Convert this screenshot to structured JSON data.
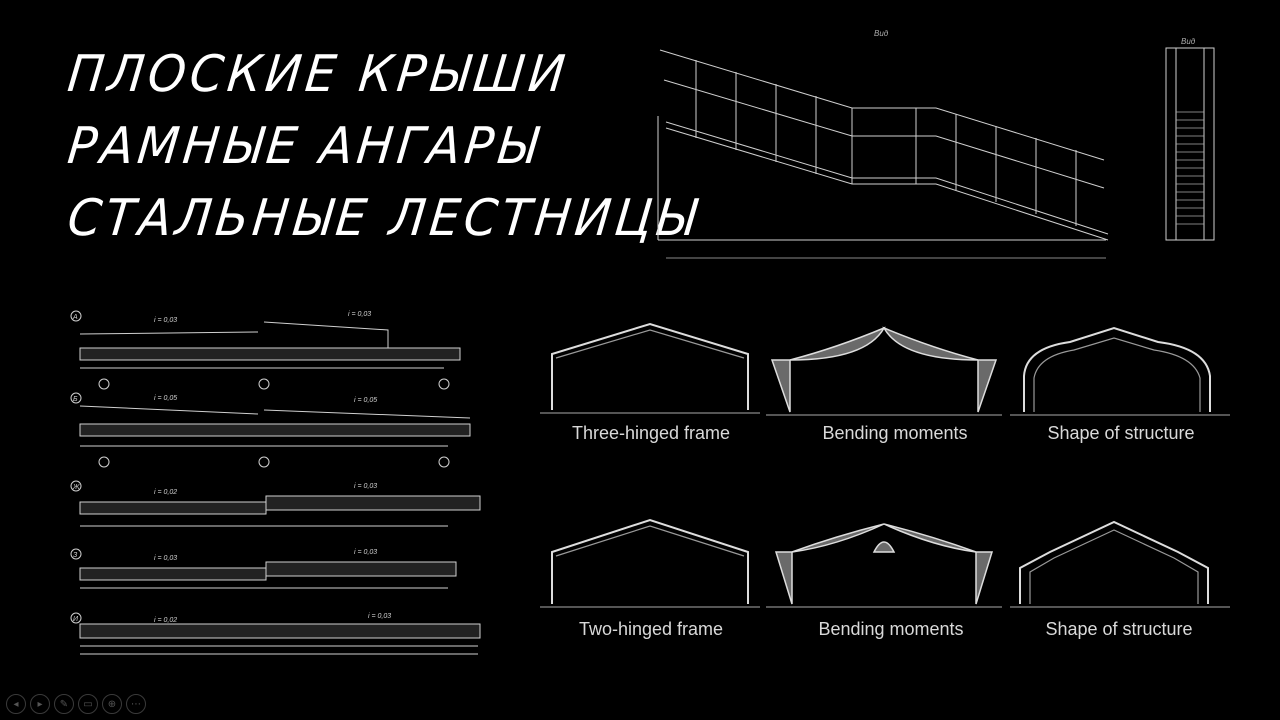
{
  "title": {
    "lines": [
      "ПЛОСКИЕ КРЫШИ",
      "РАМНЫЕ АНГАРЫ",
      "СТАЛЬНЫЕ ЛЕСТНИЦЫ"
    ]
  },
  "stair_drawing": {
    "view_label_main": "Вид",
    "view_label_side": "Вид"
  },
  "roof_sections": {
    "labels": [
      "А",
      "Б",
      "Ж",
      "З",
      "И"
    ],
    "slopes": [
      "i = 0,03",
      "i = 0,03",
      "i = 0,05",
      "i = 0,05",
      "i = 0,02",
      "i = 0,03",
      "i = 0,03",
      "i = 0,03",
      "i = 0,02",
      "i = 0,03"
    ]
  },
  "frames": {
    "captions": [
      "Three-hinged frame",
      "Bending moments",
      "Shape of structure",
      "Two-hinged frame",
      "Bending moments",
      "Shape of structure"
    ]
  },
  "toolbar": {
    "icons": [
      "prev-icon",
      "next-icon",
      "pen-icon",
      "slides-icon",
      "zoom-icon",
      "more-icon"
    ]
  }
}
